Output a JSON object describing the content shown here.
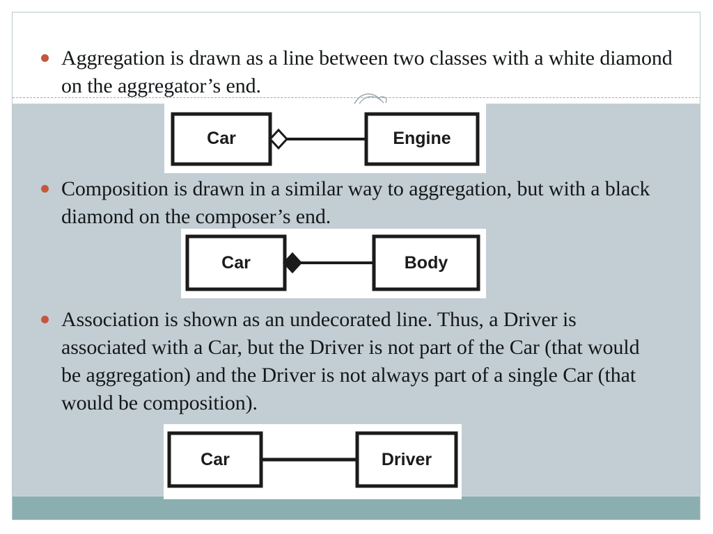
{
  "slide": {
    "background_color": "#c3ced4",
    "top_band_color": "#ffffff",
    "footer_color": "#8bafb0",
    "border_color": "#b9c8cc",
    "bullet_color": "#c4573c",
    "text_color": "#14181a"
  },
  "bullets": [
    {
      "id": "aggregation",
      "text": "Aggregation is drawn as a line between two classes with a white diamond on the aggregator’s end."
    },
    {
      "id": "composition",
      "text": "Composition is drawn in a similar way to aggregation, but with a black diamond on the composer’s end."
    },
    {
      "id": "association",
      "text": "Association is shown as an undecorated line. Thus, a Driver is associated with a Car, but the Driver is not part of the Car (that would be aggregation) and the Driver is not always part of a single Car (that would be composition)."
    }
  ],
  "figures": [
    {
      "id": "aggregation-figure",
      "relationship": "aggregation",
      "connector": "hollow-diamond",
      "left_class": "Car",
      "right_class": "Engine"
    },
    {
      "id": "composition-figure",
      "relationship": "composition",
      "connector": "filled-diamond",
      "left_class": "Car",
      "right_class": "Body"
    },
    {
      "id": "association-figure",
      "relationship": "association",
      "connector": "plain-line",
      "left_class": "Car",
      "right_class": "Driver"
    }
  ],
  "annotation": {
    "scribble": "handwritten-arc-mark"
  }
}
